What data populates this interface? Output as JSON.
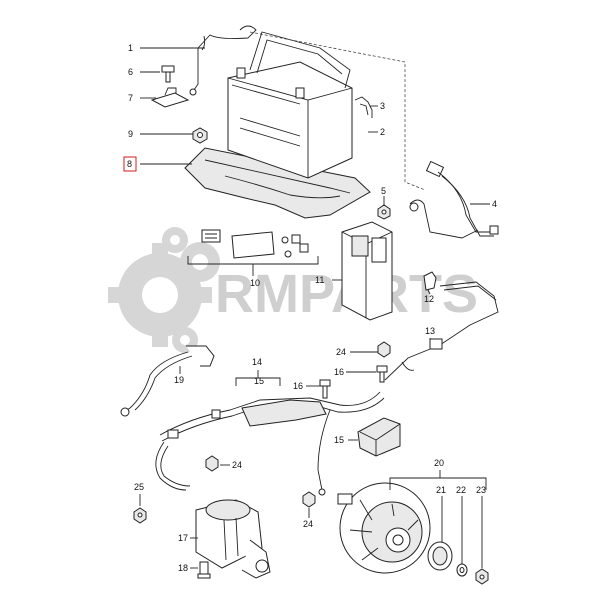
{
  "watermark": {
    "text": "RMPARTS"
  },
  "highlight_color": "#d81a1a",
  "callouts": {
    "c1": "1",
    "c2": "2",
    "c3": "3",
    "c4": "4",
    "c5": "5",
    "c6": "6",
    "c7": "7",
    "c8": "8",
    "c9": "9",
    "c10": "10",
    "c11": "11",
    "c12": "12",
    "c13": "13",
    "c14": "14",
    "c15a": "15",
    "c15b": "15",
    "c16a": "16",
    "c16b": "16",
    "c17": "17",
    "c18": "18",
    "c19": "19",
    "c20": "20",
    "c21": "21",
    "c22": "22",
    "c23": "23",
    "c24a": "24",
    "c24b": "24",
    "c24c": "24",
    "c25": "25"
  },
  "selected_callout": "8"
}
